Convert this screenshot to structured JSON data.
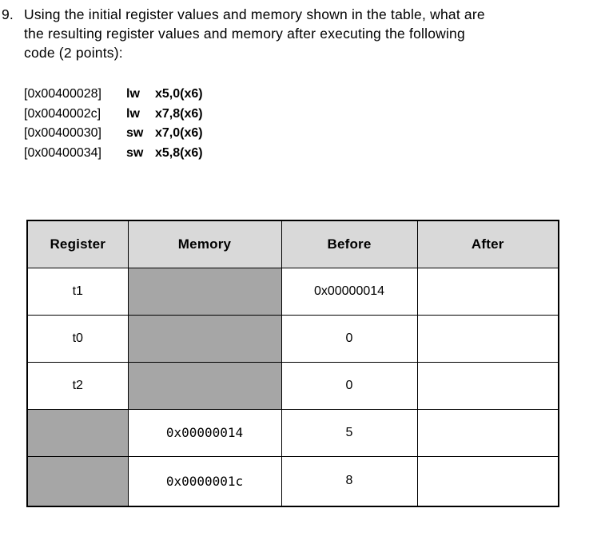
{
  "question": {
    "number": "9.",
    "lines": [
      "Using the initial register values and memory shown in the table, what are",
      "the resulting register values and memory after executing the following",
      "code (2 points):"
    ]
  },
  "code": {
    "lines": [
      {
        "address": "[0x00400028]",
        "mnemonic": "lw",
        "operands": "x5,0(x6)"
      },
      {
        "address": "[0x0040002c]",
        "mnemonic": "lw",
        "operands": "x7,8(x6)"
      },
      {
        "address": "[0x00400030]",
        "mnemonic": "sw",
        "operands": "x7,0(x6)"
      },
      {
        "address": "[0x00400034]",
        "mnemonic": "sw",
        "operands": "x5,8(x6)"
      }
    ]
  },
  "table": {
    "headers": {
      "register": "Register",
      "memory": "Memory",
      "before": "Before",
      "after": "After"
    },
    "rows": [
      {
        "register": "t1",
        "memory": "",
        "before": "0x00000014",
        "after": "",
        "shaded": "memory"
      },
      {
        "register": "t0",
        "memory": "",
        "before": "0",
        "after": "",
        "shaded": "memory"
      },
      {
        "register": "t2",
        "memory": "",
        "before": "0",
        "after": "",
        "shaded": "memory"
      },
      {
        "register": "",
        "memory": "0x00000014",
        "before": "5",
        "after": "",
        "shaded": "register"
      },
      {
        "register": "",
        "memory": "0x0000001c",
        "before": "8",
        "after": "",
        "shaded": "register"
      }
    ]
  },
  "colors": {
    "text": "#000000",
    "border": "#000000",
    "header_bg": "#d9d9d9",
    "shaded_bg": "#a6a6a6",
    "page_bg": "#ffffff"
  }
}
